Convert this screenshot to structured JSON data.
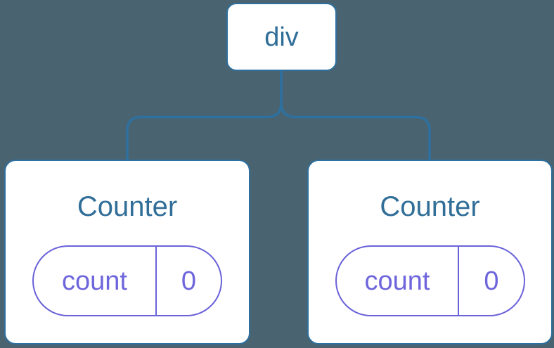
{
  "diagram": {
    "description": "Component tree diagram: a div root element with two Counter children, each holding its own count state",
    "colors": {
      "background": "#4A6370",
      "node_fill": "#FFFFFF",
      "tree_line_blue": "#2E709F",
      "node_label_blue": "#316E98",
      "state_purple": "#6E65DC"
    },
    "tree": {
      "root": {
        "label": "div"
      },
      "children": [
        {
          "title": "Counter",
          "state": {
            "key": "count",
            "value": "0"
          }
        },
        {
          "title": "Counter",
          "state": {
            "key": "count",
            "value": "0"
          }
        }
      ]
    }
  }
}
